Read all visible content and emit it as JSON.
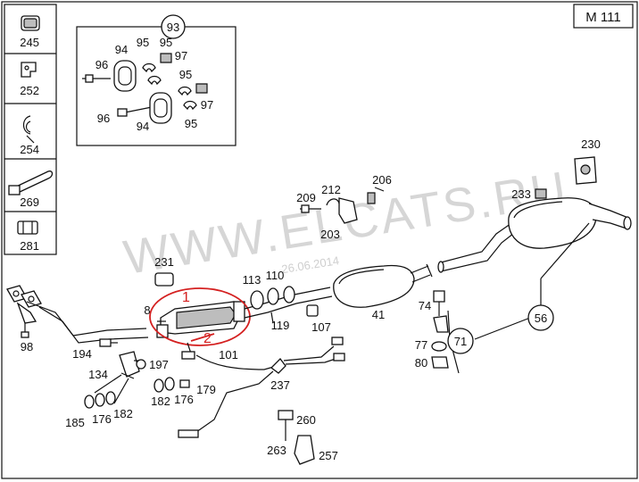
{
  "diagram": {
    "code": "M 111",
    "watermark": "WWW.ELCATS.RU",
    "date_stamp": "26.06.2014",
    "sidebar_parts": [
      "245",
      "252",
      "254",
      "269",
      "281"
    ],
    "inset": {
      "number": "93",
      "labels": [
        "96",
        "94",
        "95",
        "97",
        "95",
        "95",
        "97",
        "96",
        "94",
        "95"
      ]
    },
    "callouts": {
      "c98": "98",
      "c194": "194",
      "c134": "134",
      "c197": "197",
      "c185": "185",
      "c176a": "176",
      "c182a": "182",
      "c182b": "182",
      "c176b": "176",
      "c179": "179",
      "c231": "231",
      "c8": "8",
      "c101": "101",
      "c113": "113",
      "c110": "110",
      "c119": "119",
      "c107": "107",
      "c41": "41",
      "c237": "237",
      "c209": "209",
      "c212": "212",
      "c206": "206",
      "c203": "203",
      "c233": "233",
      "c230": "230",
      "c74": "74",
      "c56": "56",
      "c71": "71",
      "c77": "77",
      "c80": "80",
      "c260": "260",
      "c263": "263",
      "c257": "257"
    },
    "annotation_marks": [
      "1",
      "2"
    ]
  }
}
